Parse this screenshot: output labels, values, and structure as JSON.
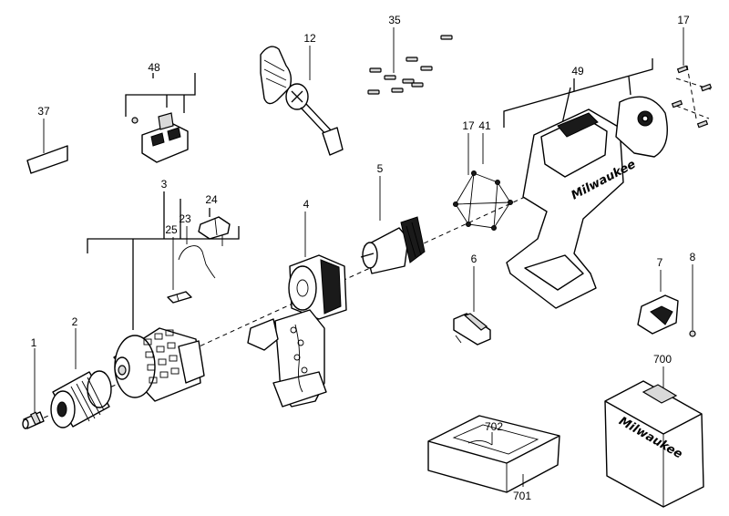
{
  "labels": {
    "p1": "1",
    "p2": "2",
    "p3": "3",
    "p4": "4",
    "p5": "5",
    "p6": "6",
    "p7": "7",
    "p8": "8",
    "p12": "12",
    "p17a": "17",
    "p17b": "17",
    "p23": "23",
    "p24": "24",
    "p25": "25",
    "p35": "35",
    "p37": "37",
    "p41": "41",
    "p48": "48",
    "p49": "49",
    "p700": "700",
    "p701": "701",
    "p702": "702"
  },
  "logo_text": "Milwaukee"
}
